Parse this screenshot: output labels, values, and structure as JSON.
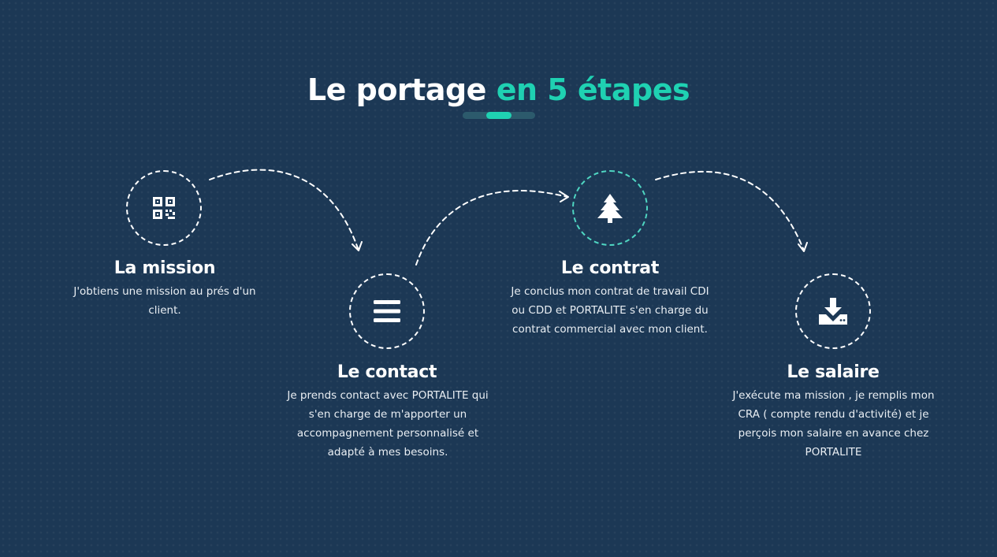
{
  "header": {
    "title_part1": "Le portage",
    "title_part2": "en 5 étapes"
  },
  "colors": {
    "background": "#1c3855",
    "accent": "#1fd1b2",
    "text": "#ffffff"
  },
  "steps": [
    {
      "icon": "qr-code-icon",
      "title": "La mission",
      "description": "J'obtiens une mission au prés d'un client."
    },
    {
      "icon": "list-icon",
      "title": "Le contact",
      "description": "Je prends contact avec PORTALITE qui s'en charge de m'apporter un accompagnement personnalisé et adapté à mes besoins."
    },
    {
      "icon": "tree-icon",
      "title": "Le contrat",
      "description": "Je conclus mon contrat de travail CDI ou CDD et PORTALITE s'en charge du contrat commercial avec mon client."
    },
    {
      "icon": "download-icon",
      "title": "Le salaire",
      "description": "J'exécute ma mission , je remplis mon CRA ( compte rendu d'activité) et je perçois mon salaire en avance chez PORTALITE"
    }
  ]
}
